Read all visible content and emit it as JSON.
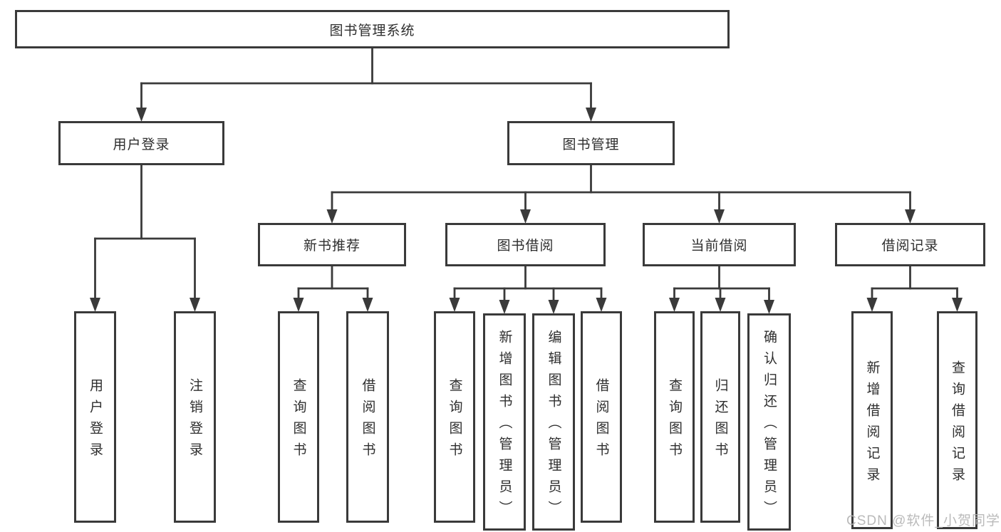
{
  "diagram": {
    "title": "图书管理系统",
    "type": "function-structure-tree",
    "nodes": {
      "root": "图书管理系统",
      "login": "用户登录",
      "manage": "图书管理",
      "login_user": "用户登录",
      "login_logout": "注销登录",
      "rec": "新书推荐",
      "borrow": "图书借阅",
      "current": "当前借阅",
      "records": "借阅记录",
      "rec_query": "查询图书",
      "rec_borrow": "借阅图书",
      "borrow_query": "查询图书",
      "borrow_add": "新增图书（管理员）",
      "borrow_edit": "编辑图书（管理员）",
      "borrow_borrow": "借阅图书",
      "cur_query": "查询图书",
      "cur_return": "归还图书",
      "cur_confirm": "确认归还（管理员）",
      "rec2_add": "新增借阅记录",
      "rec2_query": "查询借阅记录"
    },
    "hierarchy": {
      "图书管理系统": {
        "用户登录": [
          "用户登录",
          "注销登录"
        ],
        "图书管理": {
          "新书推荐": [
            "查询图书",
            "借阅图书"
          ],
          "图书借阅": [
            "查询图书",
            "新增图书（管理员）",
            "编辑图书（管理员）",
            "借阅图书"
          ],
          "当前借阅": [
            "查询图书",
            "归还图书",
            "确认归还（管理员）"
          ],
          "借阅记录": [
            "新增借阅记录",
            "查询借阅记录"
          ]
        }
      }
    },
    "colors": {
      "line": "#3a3a3a",
      "border": "#3a3a3a",
      "text": "#2e2e2e",
      "watermark": "#b5b5b5",
      "background": "#ffffff"
    },
    "watermark": "CSDN @软件_小贺同学"
  }
}
